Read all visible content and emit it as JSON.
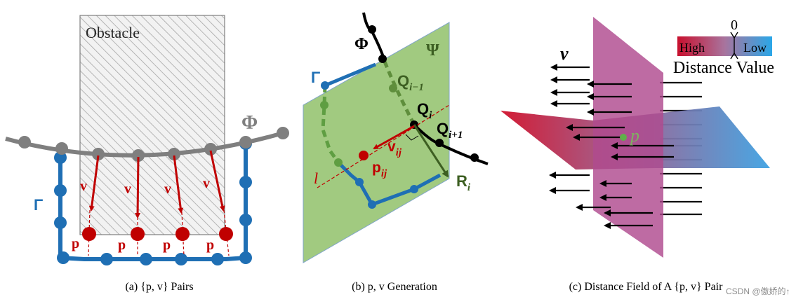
{
  "panel_a": {
    "caption": "(a) {p, v} Pairs",
    "obstacle_label": "Obstacle",
    "phi_label": "Φ",
    "gamma_label": "Γ",
    "v_labels": [
      "v",
      "v",
      "v",
      "v"
    ],
    "p_labels": [
      "p",
      "p",
      "p",
      "p"
    ]
  },
  "panel_b": {
    "caption": "(b) p, v Generation",
    "phi_label": "Φ",
    "psi_label": "Ψ",
    "gamma_label": "Γ",
    "l_label": "l",
    "q_prev_label": "Q",
    "q_prev_sub": "i−1",
    "q_label": "Q",
    "q_sub": "i",
    "q_next_label": "Q",
    "q_next_sub": "i+1",
    "v_label": "v",
    "v_sub": "ij",
    "p_label": "p",
    "p_sub": "ij",
    "r_label": "R",
    "r_sub": "i"
  },
  "panel_c": {
    "caption": "(c) Distance Field of A {p, v} Pair",
    "v_label": "v",
    "p_label": "p",
    "colorbar": {
      "zero": "0",
      "high": "High",
      "low": "Low",
      "title": "Distance Value",
      "high_color": "#c8102e",
      "low_color": "#2aa7e8"
    }
  },
  "watermark": "CSDN @傲娇的↑",
  "colors": {
    "blue": "#1f6fb4",
    "gray": "#7f7f7f",
    "red": "#c00000",
    "green_plane": "#9cc87a",
    "dark_green": "#4f7a2e",
    "purple_plane": "#b04a8f"
  }
}
